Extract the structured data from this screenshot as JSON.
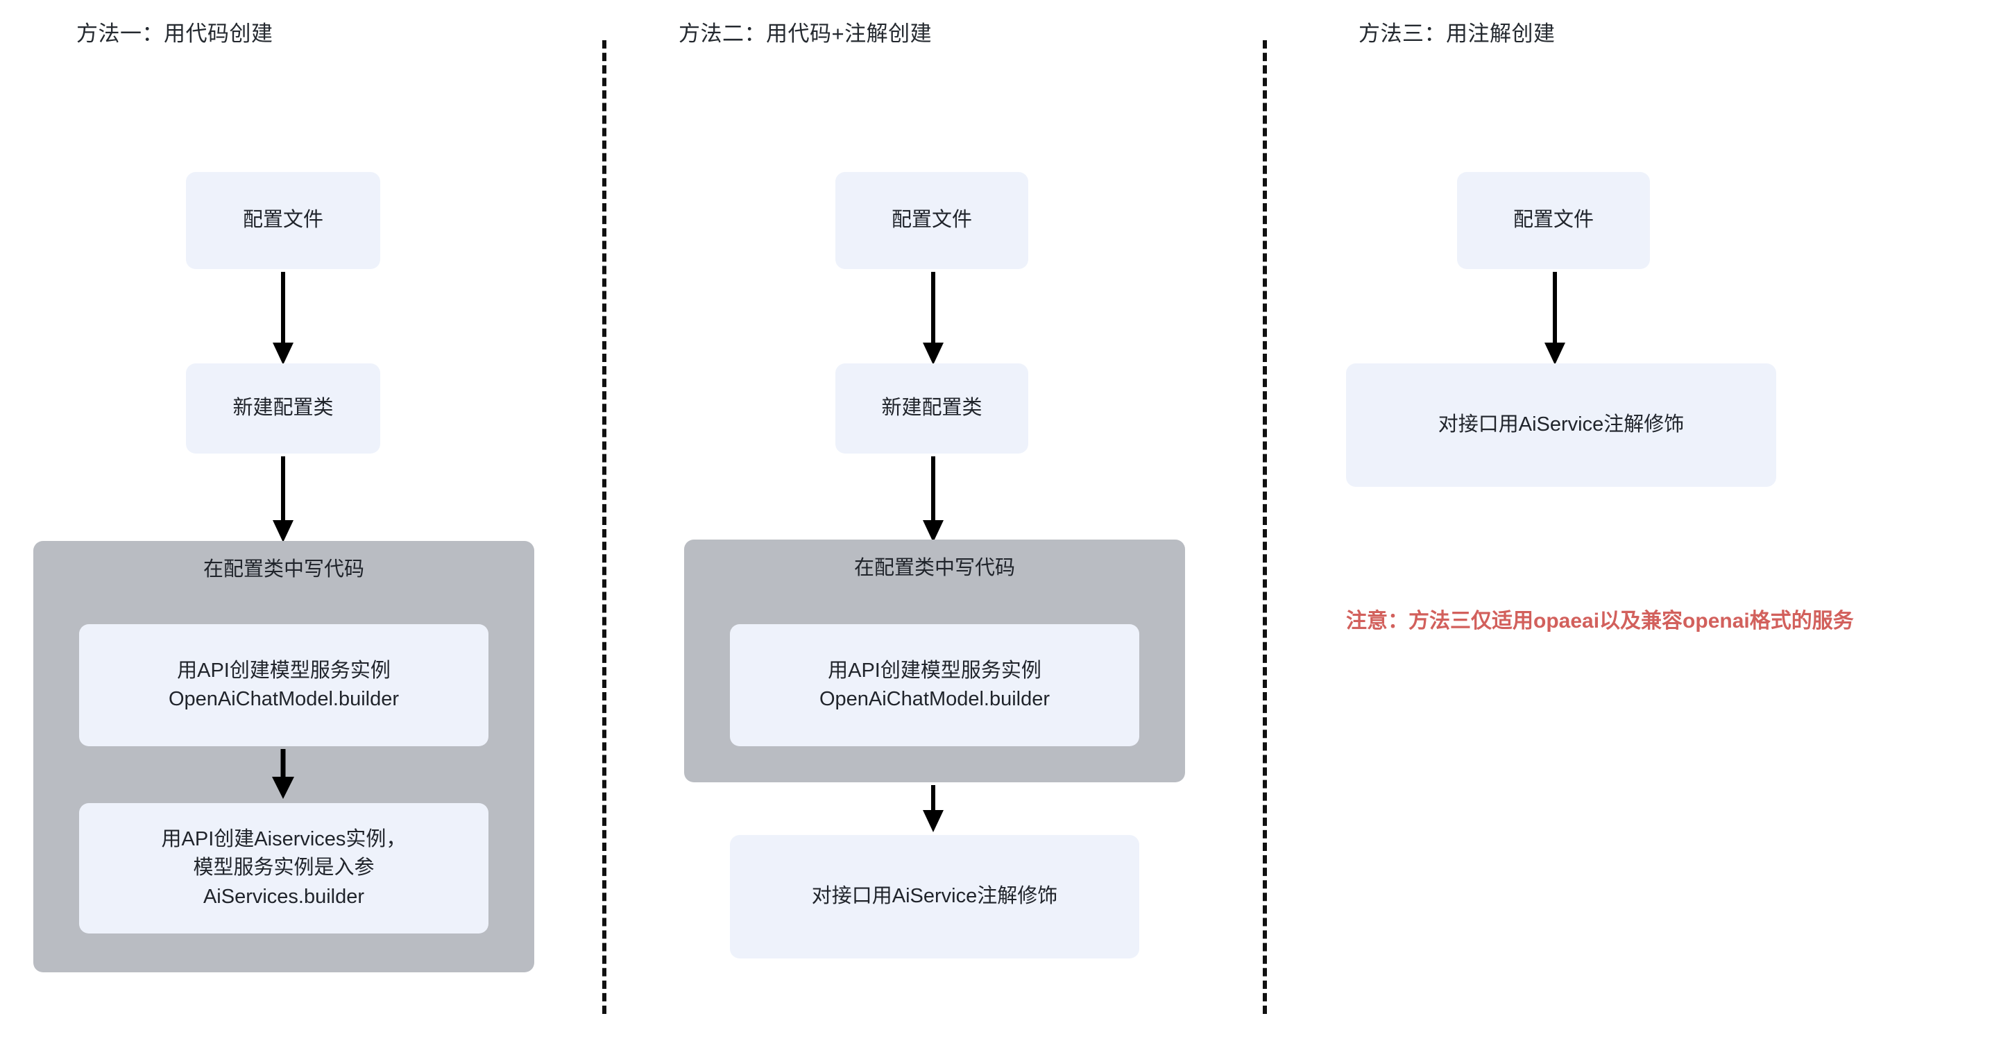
{
  "diagram": {
    "background_color": "#ffffff",
    "node_color": "#eef2fb",
    "group_color": "#b9bcc2",
    "arrow_color": "#000000",
    "note_color": "#d2605c",
    "divider_style": "dashed"
  },
  "columns": [
    {
      "id": "method-one",
      "title": "方法一：用代码创建",
      "nodes": {
        "config_file": "配置文件",
        "new_config_class": "新建配置类",
        "group_title": "在配置类中写代码",
        "api_model": "用API创建模型服务实例\nOpenAiChatModel.builder",
        "api_aiservices": "用API创建Aiservices实例，\n模型服务实例是入参\nAiServices.builder"
      }
    },
    {
      "id": "method-two",
      "title": "方法二：用代码+注解创建",
      "nodes": {
        "config_file": "配置文件",
        "new_config_class": "新建配置类",
        "group_title": "在配置类中写代码",
        "api_model": "用API创建模型服务实例\nOpenAiChatModel.builder",
        "annotate_interface": "对接口用AiService注解修饰"
      }
    },
    {
      "id": "method-three",
      "title": "方法三：用注解创建",
      "nodes": {
        "config_file": "配置文件",
        "annotate_interface": "对接口用AiService注解修饰"
      },
      "note": "注意：方法三仅适用opaeai以及兼容openai格式的服务"
    }
  ]
}
